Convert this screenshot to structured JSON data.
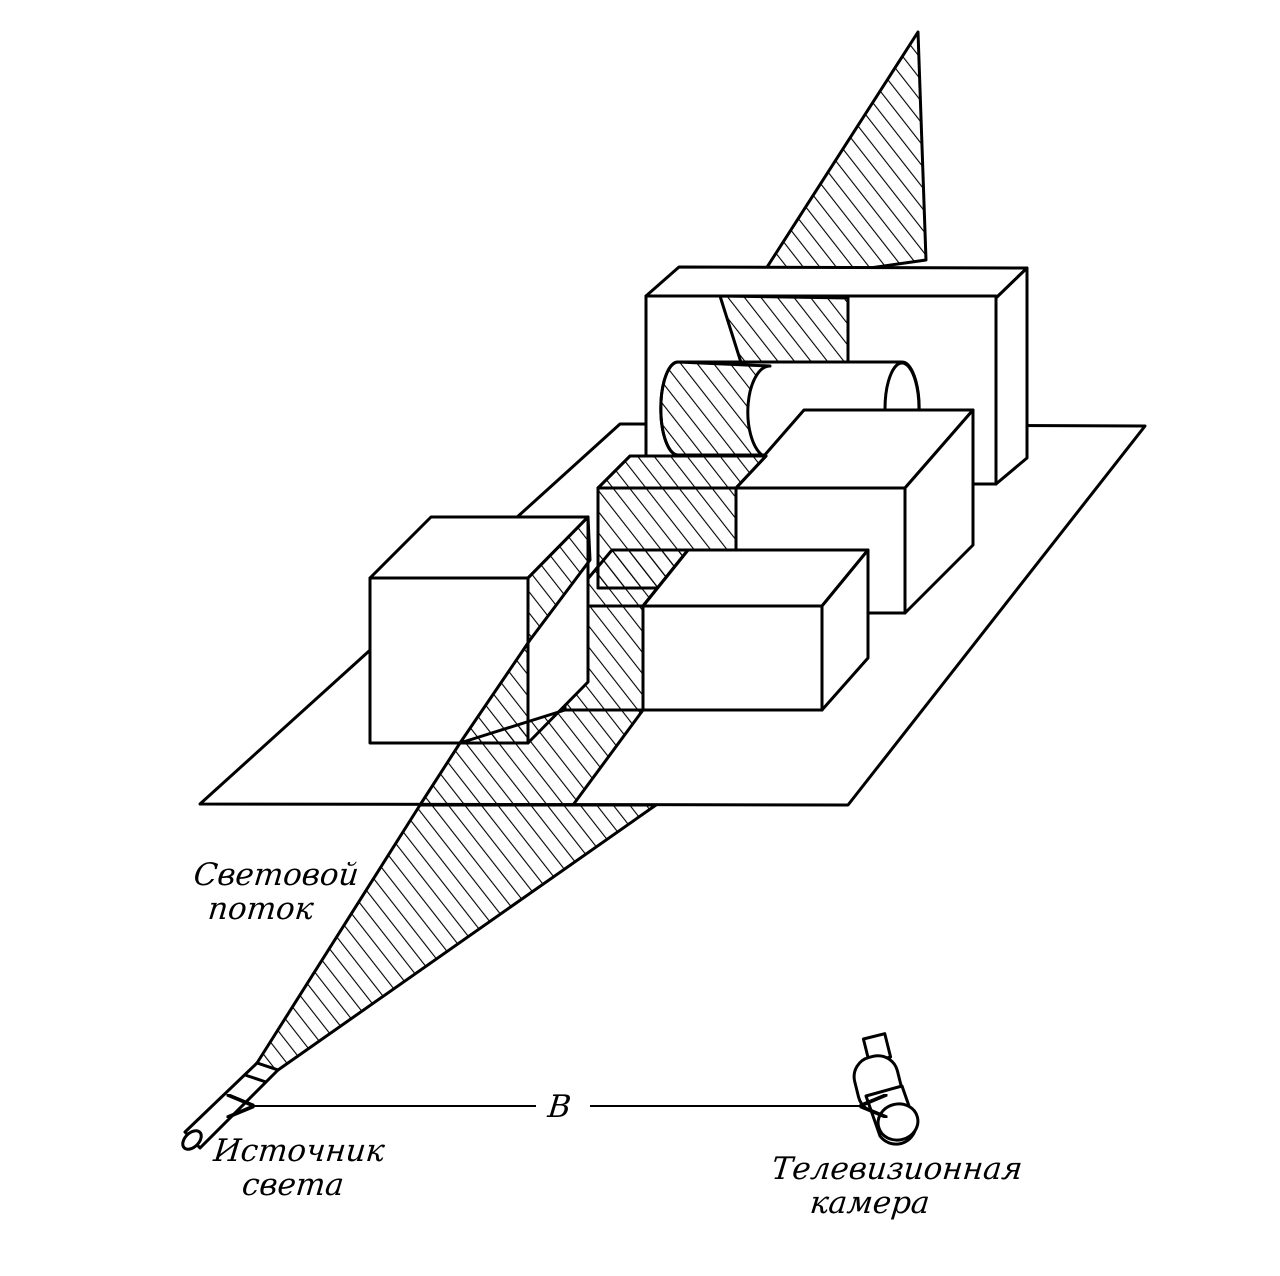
{
  "labels": {
    "light_flux": [
      "Световой",
      "поток"
    ],
    "light_source": [
      "Источник",
      "света"
    ],
    "tv_camera": [
      "Телевизионная",
      "камера"
    ],
    "baseline": "B"
  },
  "colors": {
    "ink": "#000000",
    "paper": "#ffffff"
  }
}
